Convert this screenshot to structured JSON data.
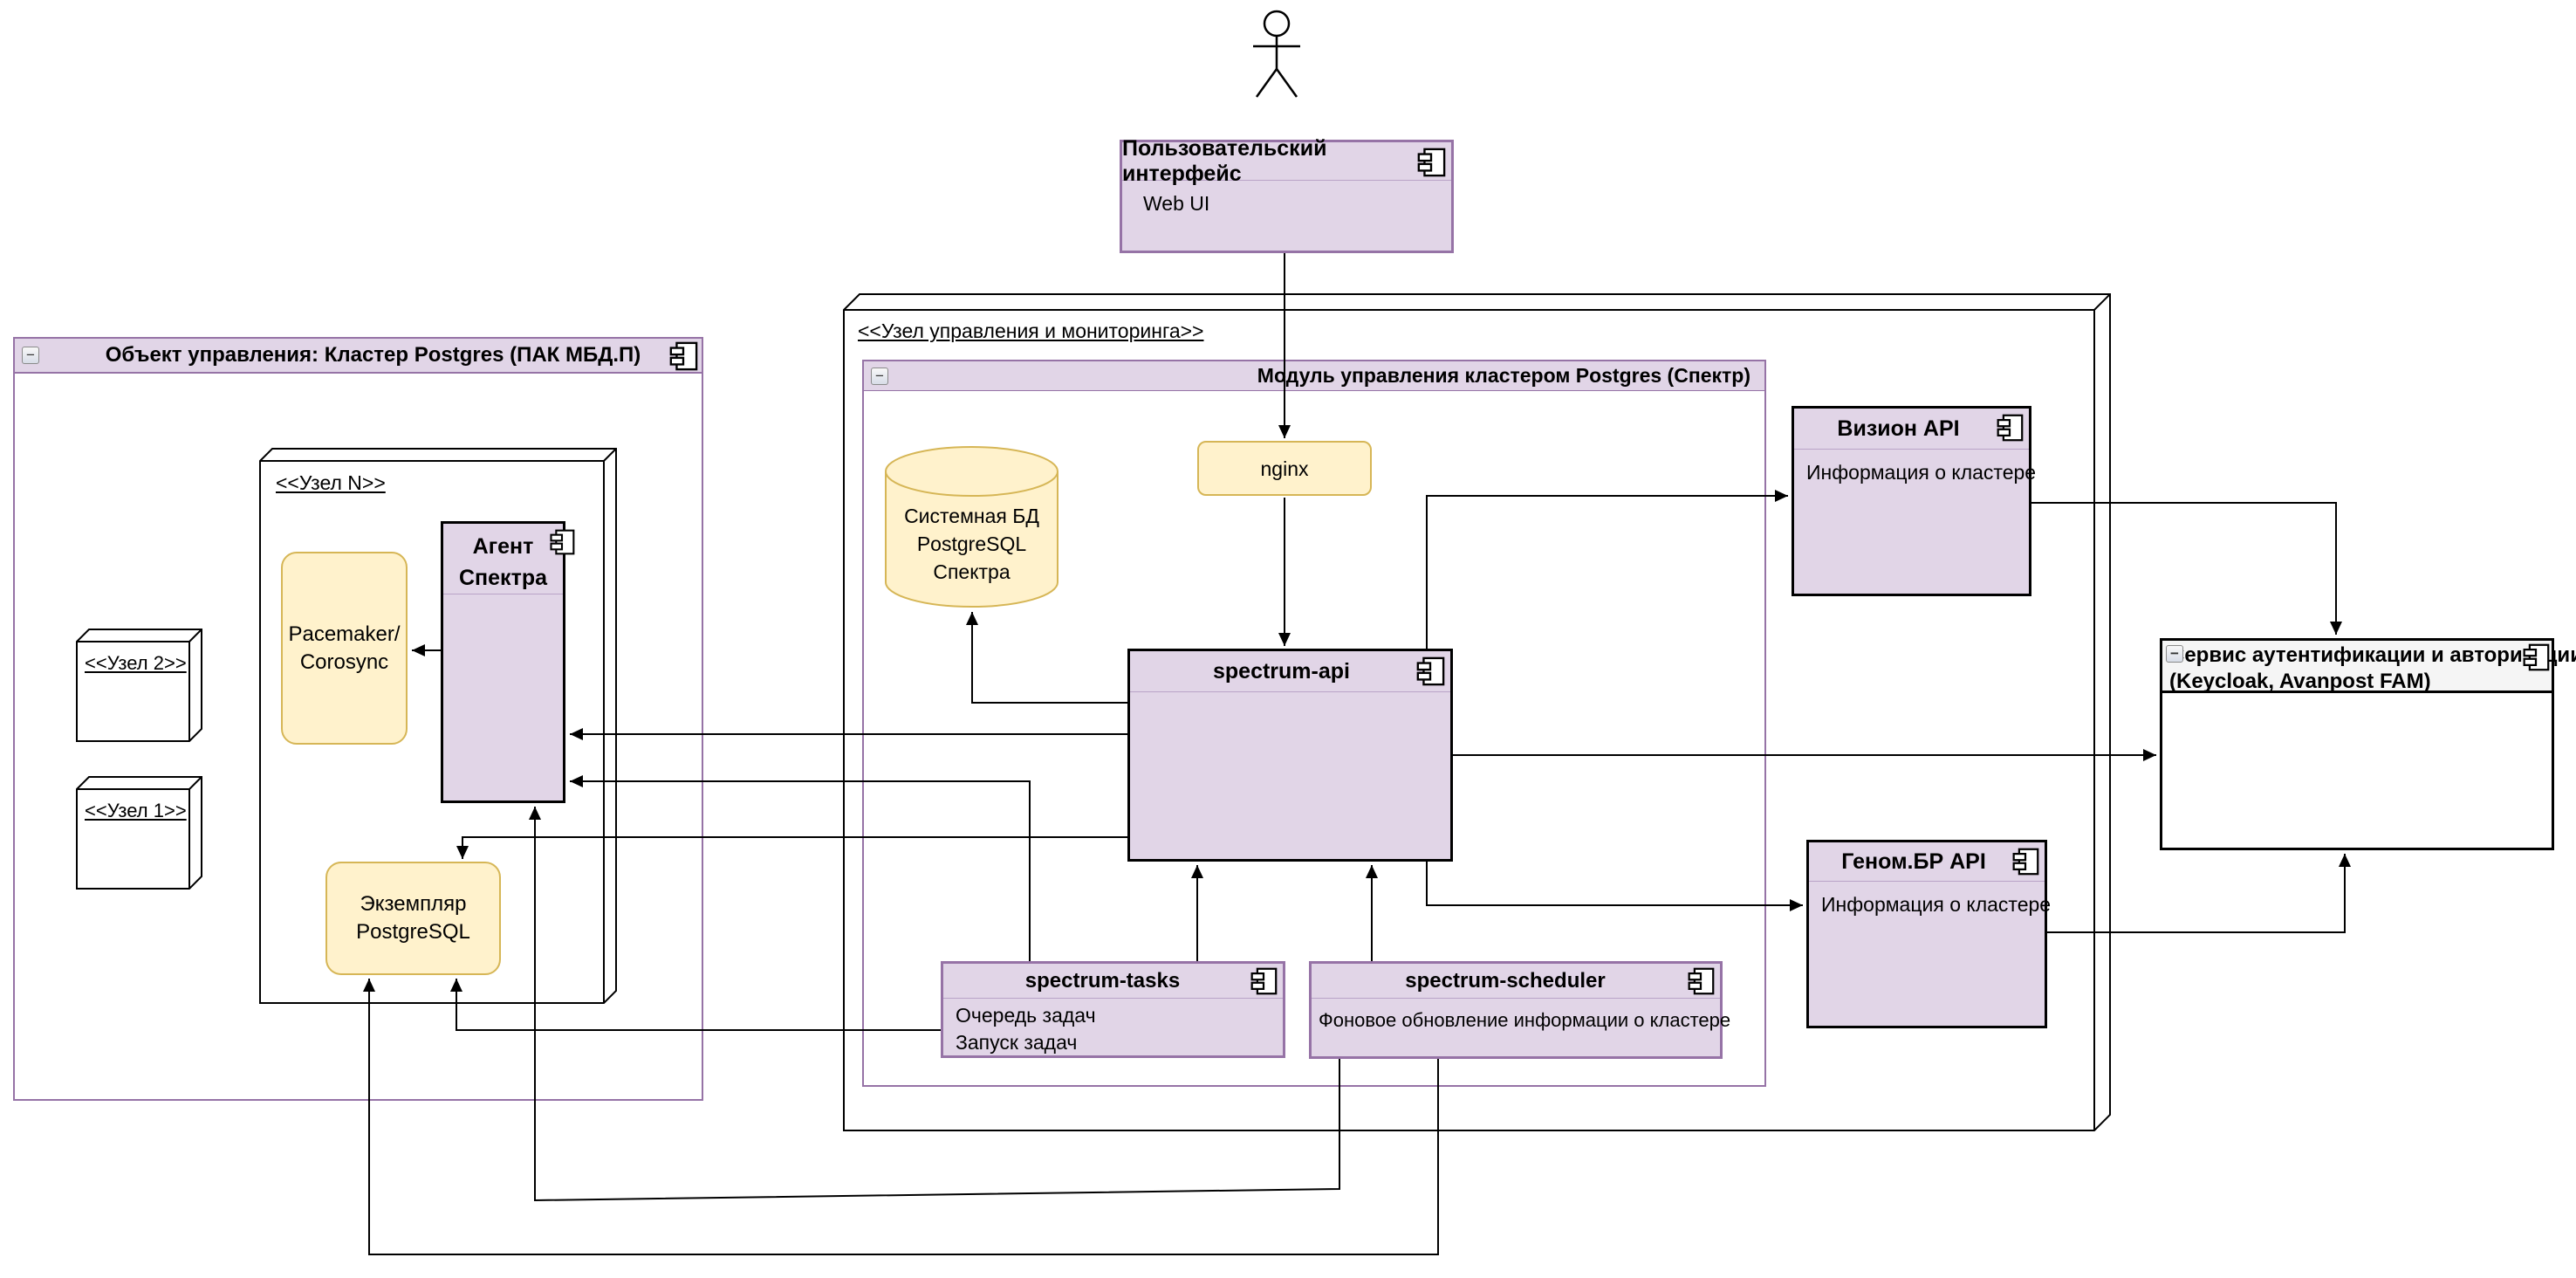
{
  "web_ui": {
    "title": "Пользовательский интерфейс",
    "body": "Web UI"
  },
  "left_container": {
    "title": "Объект управления: Кластер Postgres (ПАК МБД.П)",
    "collapse": "−"
  },
  "node_n": {
    "label": "<<Узел N>>"
  },
  "node_2": {
    "label": "<<Узел 2>>"
  },
  "node_1": {
    "label": "<<Узел 1>>"
  },
  "pacemaker": {
    "lines": [
      "Pacemaker/",
      "Corosync"
    ]
  },
  "agent": {
    "title_line1": "Агент",
    "title_line2": "Спектра"
  },
  "pg_instance": {
    "lines": [
      "Экземпляр",
      "PostgreSQL"
    ]
  },
  "mgmt_node": {
    "label": "<<Узел управления и мониторинга>>"
  },
  "module_container": {
    "title": "Модуль управления кластером Postgres (Спектр)",
    "collapse": "−"
  },
  "system_db": {
    "lines": [
      "Системная БД",
      "PostgreSQL",
      "Спектра"
    ]
  },
  "nginx": {
    "label": "nginx"
  },
  "spectrum_api": {
    "title": "spectrum-api"
  },
  "spectrum_tasks": {
    "title": "spectrum-tasks",
    "lines": [
      "Очередь задач",
      "Запуск задач"
    ]
  },
  "spectrum_scheduler": {
    "title": "spectrum-scheduler",
    "body": "Фоновое обновление информации о кластере"
  },
  "vision_api": {
    "title": "Визион API",
    "body": "Информация о кластере"
  },
  "genom_api": {
    "title": "Геном.БР API",
    "body": "Информация о кластере"
  },
  "auth_service": {
    "title_line1": "Сервис аутентификации и авторизации",
    "title_line2": "(Keycloak, Avanpost FAM)",
    "collapse": "−"
  },
  "colors": {
    "purple_fill": "#E1D5E7",
    "purple_border": "#9673A6",
    "yellow_fill": "#FFF2CC",
    "yellow_border": "#D6B656",
    "line_black": "#000000",
    "auth_header_fill": "#F5F5F5"
  }
}
